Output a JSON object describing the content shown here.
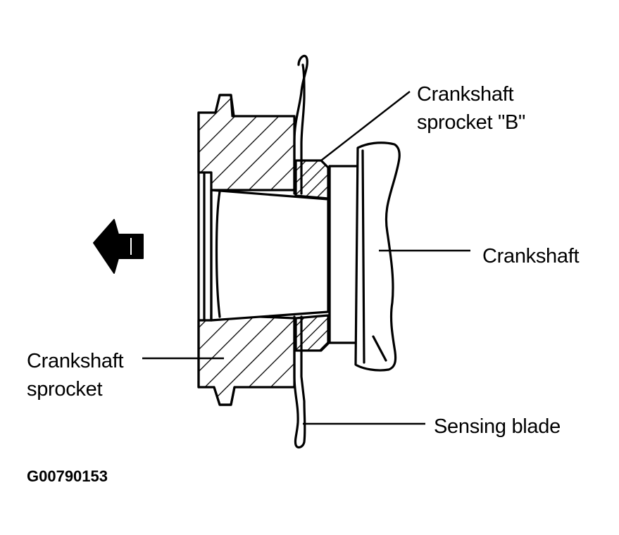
{
  "labels": {
    "crankshaft_sprocket_b_line1": "Crankshaft",
    "crankshaft_sprocket_b_line2": "sprocket \"B\"",
    "crankshaft": "Crankshaft",
    "crankshaft_sprocket_line1": "Crankshaft",
    "crankshaft_sprocket_line2": "sprocket",
    "sensing_blade": "Sensing blade"
  },
  "figure_code": "G00790153",
  "direction_arrow_icon": "arrow-left-icon"
}
